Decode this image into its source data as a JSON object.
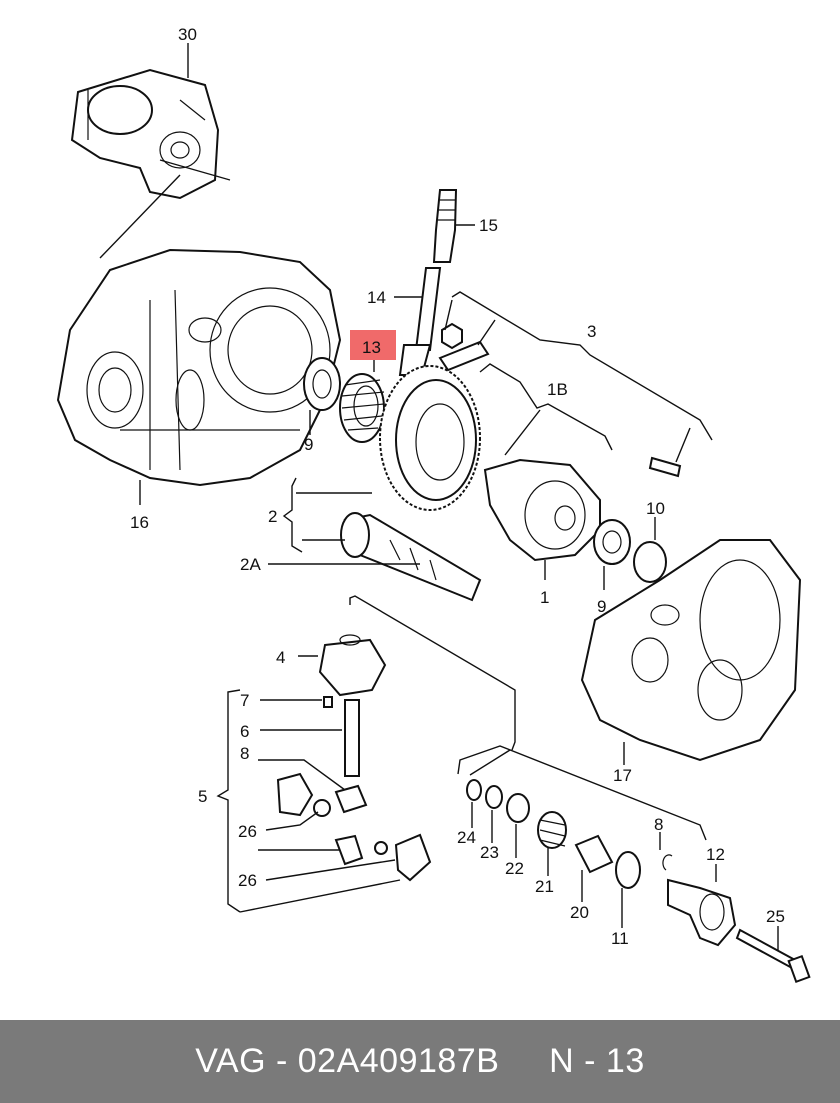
{
  "callouts": {
    "c30": "30",
    "c15": "15",
    "c14": "14",
    "c13": "13",
    "c3": "3",
    "c1B": "1B",
    "c9a": "9",
    "c16": "16",
    "c2": "2",
    "c2A": "2A",
    "c10": "10",
    "c1": "1",
    "c9b": "9",
    "c4": "4",
    "c7": "7",
    "c6": "6",
    "c8a": "8",
    "c5": "5",
    "c26a": "26",
    "c26b": "26",
    "c17": "17",
    "c24": "24",
    "c23": "23",
    "c22": "22",
    "c21": "21",
    "c20": "20",
    "c11": "11",
    "c8b": "8",
    "c12": "12",
    "c25": "25"
  },
  "highlight": {
    "part": "13",
    "color": "#f06a6a"
  },
  "footer": {
    "brand": "VAG",
    "separator": "-",
    "part_number": "02A409187B",
    "n_label": "N - 13"
  }
}
